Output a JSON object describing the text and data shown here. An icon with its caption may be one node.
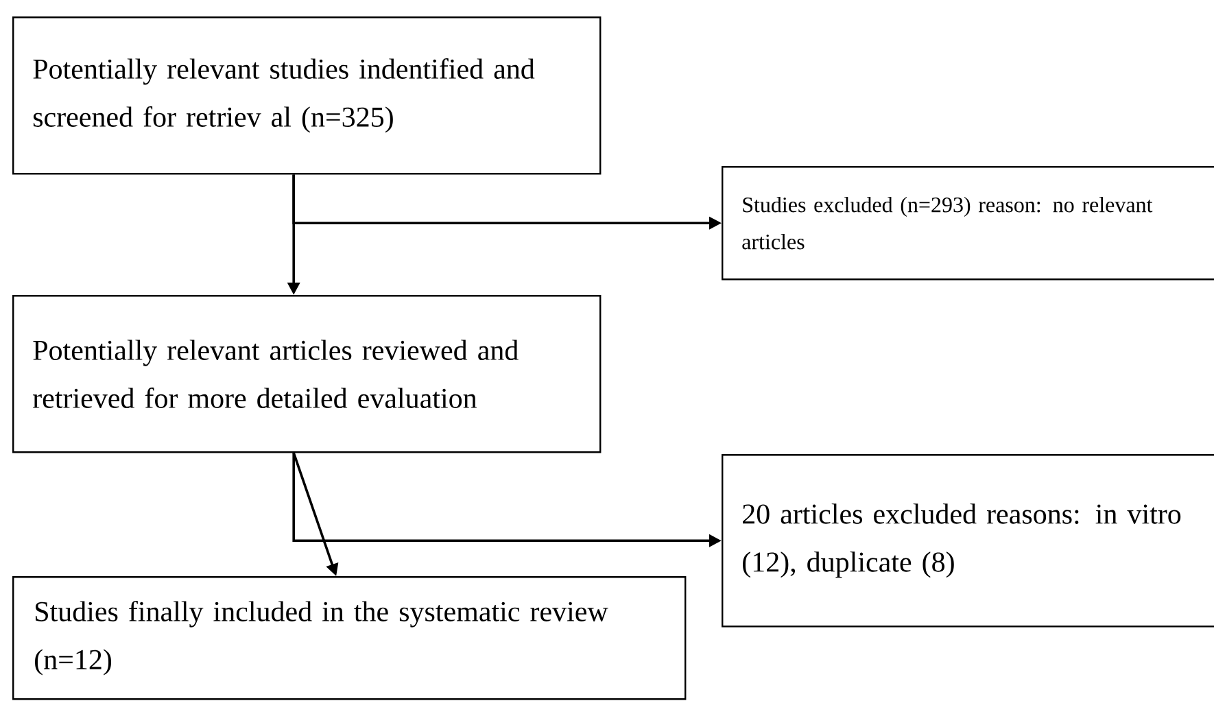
{
  "diagram": {
    "nodes": [
      {
        "text": [
          "Potentially relevant studies indentified and screened for retriev al (n=325)"
        ]
      },
      {
        "text": [
          "Studies excluded (n=293) reason: no relevant articles"
        ]
      },
      {
        "text": [
          "Potentially relevant articles reviewed and retrieved for more detailed evaluation"
        ]
      },
      {
        "text": [
          "20 articles excluded reasons: in vitro (12), duplicate (8)"
        ]
      },
      {
        "text": [
          "Studies finally included in the systematic review (n=12)"
        ]
      }
    ],
    "edges": [
      {
        "from": 0,
        "to": 2,
        "arrow": "to"
      },
      {
        "from": 0,
        "to": 1,
        "arrow": "to"
      },
      {
        "from": 2,
        "to": 4,
        "arrow": "to"
      },
      {
        "from": 2,
        "to": 3,
        "arrow": "to"
      }
    ]
  }
}
